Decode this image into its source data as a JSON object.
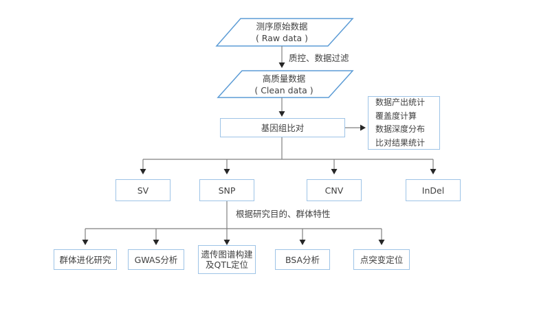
{
  "flowchart": {
    "raw_data": {
      "title": "测序原始数据",
      "subtitle": "( Raw data )"
    },
    "qc_label": "质控、数据过滤",
    "clean_data": {
      "title": "高质量数据",
      "subtitle": "( Clean data )"
    },
    "alignment_label": "基因组比对",
    "stats": {
      "lines": [
        "数据产出统计",
        "覆盖度计算",
        "数据深度分布",
        "比对结果统计"
      ]
    },
    "variants": [
      "SV",
      "SNP",
      "CNV",
      "InDel"
    ],
    "branch_label": "根据研究目的、群体特性",
    "analyses": [
      "群体进化研究",
      "GWAS分析",
      "遗传图谱构建及QTL定位",
      "BSA分析",
      "点突变定位"
    ],
    "colors": {
      "parallelogram_border": "#5b9bd5",
      "node_border": "#9dc3e6",
      "connector": "#7f7f7f",
      "arrowhead": "#262626",
      "text": "#404040",
      "background": "#ffffff"
    }
  }
}
